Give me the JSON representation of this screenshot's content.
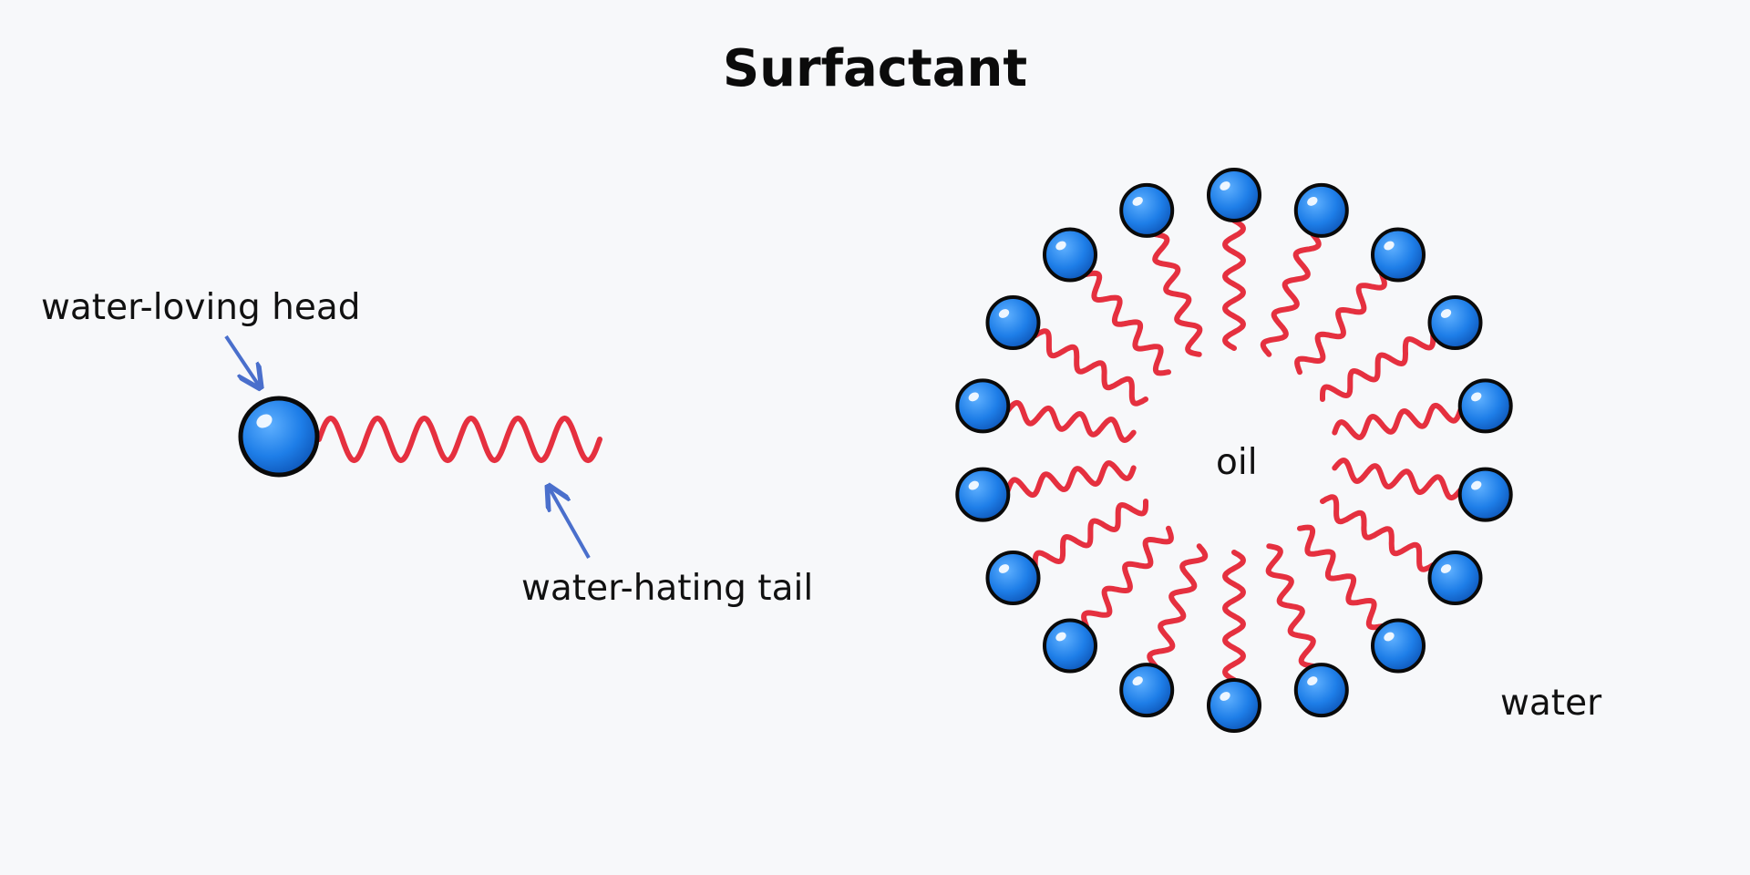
{
  "title": "Surfactant",
  "labels": {
    "head": "water-loving head",
    "tail": "water-hating tail",
    "oil": "oil",
    "water": "water"
  },
  "colors": {
    "background": "#f7f8fa",
    "head_fill": "#1e7ee8",
    "head_outline": "#0a0a0a",
    "tail": "#e5303f",
    "arrow": "#4a6fcc",
    "text": "#111111"
  },
  "micelle": {
    "molecule_count": 18
  }
}
